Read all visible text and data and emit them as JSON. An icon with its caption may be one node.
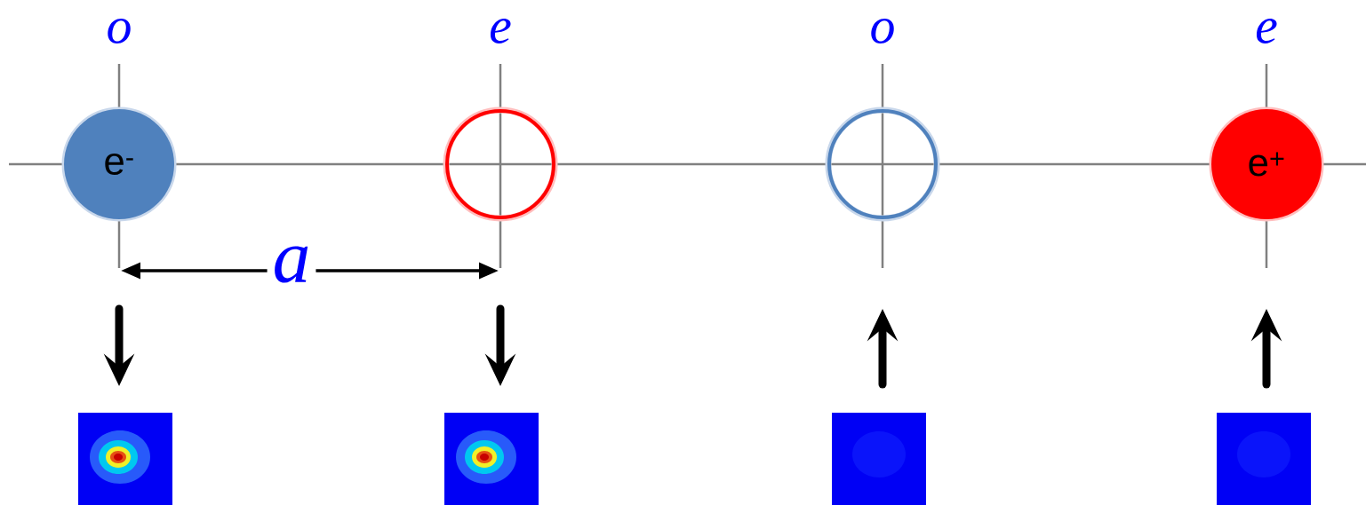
{
  "diagram": {
    "nodes": [
      {
        "text": [
          "e$^{-}$"
        ]
      },
      {
        "text": [],
        "shape": "circle"
      },
      {
        "text": [],
        "shape": "circle"
      },
      {
        "text": [
          "e$^{+}$"
        ]
      }
    ],
    "labels": [
      "o",
      "e",
      "o",
      "e",
      "a"
    ]
  }
}
